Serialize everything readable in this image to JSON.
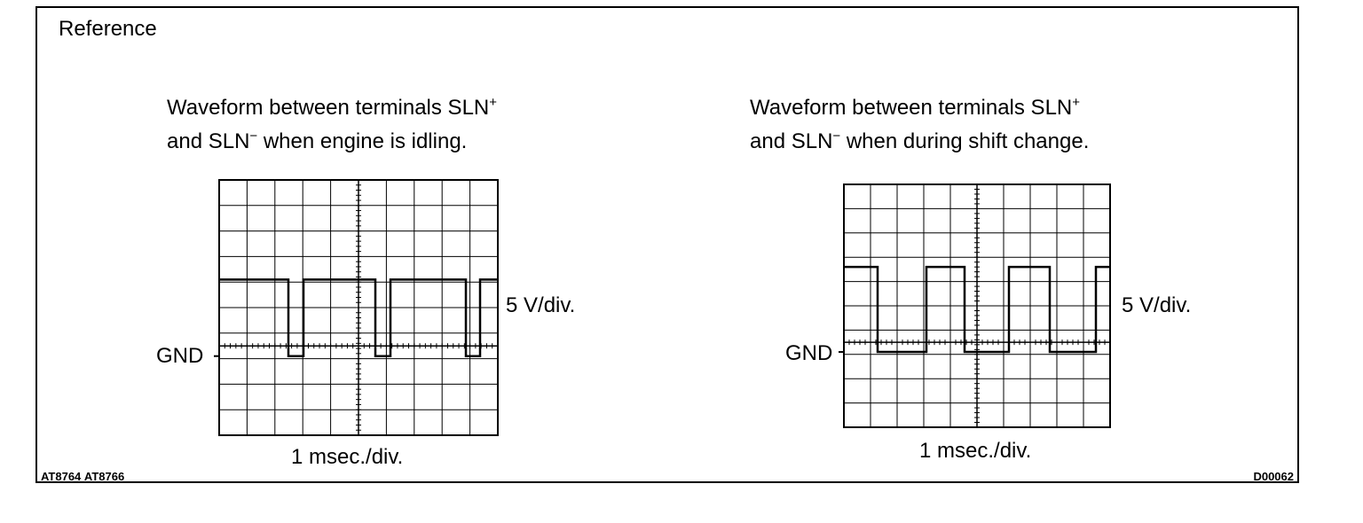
{
  "reference_title": "Reference",
  "figure_id": "D00062",
  "codes": [
    "AT8764",
    "AT8766"
  ],
  "panels": [
    {
      "caption_line1": "Waveform between terminals SLN",
      "caption_sup1": "+",
      "caption_line2": "and SLN",
      "caption_sup2": "−",
      "caption_line2_rest": " when engine is idling.",
      "volt_div": "5 V/div.",
      "gnd": "GND",
      "time_div": "1 msec./div."
    },
    {
      "caption_line1": "Waveform between terminals SLN",
      "caption_sup1": "+",
      "caption_line2": "and SLN",
      "caption_sup2": "−",
      "caption_line2_rest": " when during shift change.",
      "volt_div": "5 V/div.",
      "gnd": "GND",
      "time_div": "1 msec./div."
    }
  ]
}
